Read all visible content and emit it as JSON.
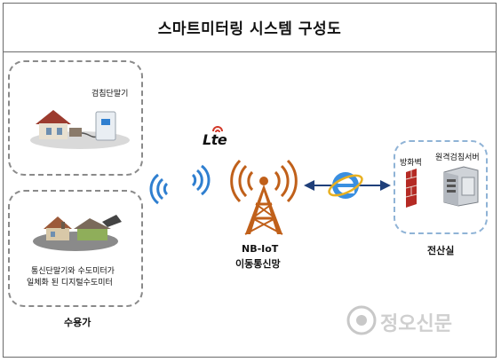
{
  "title": "스마트미터링 시스템 구성도",
  "consumer": {
    "meter_terminal_label": "검침단말기",
    "combined_label_line1": "통신단말기와 수도미터가",
    "combined_label_line2": "일체화 된 디지털수도미터",
    "group_label": "수용가"
  },
  "network": {
    "lte_logo": "Lte",
    "name_line1": "NB-IoT",
    "name_line2": "이동통신망"
  },
  "datacenter": {
    "firewall_label": "방화벽",
    "server_label": "원격검침서버",
    "group_label": "전산실"
  },
  "watermark": "정오신문",
  "colors": {
    "tower": "#c0601a",
    "arrow": "#1f3f7a",
    "signal": "#2f7fd0",
    "lte_waves": "#d23a2a",
    "firewall": "#b52a24"
  }
}
